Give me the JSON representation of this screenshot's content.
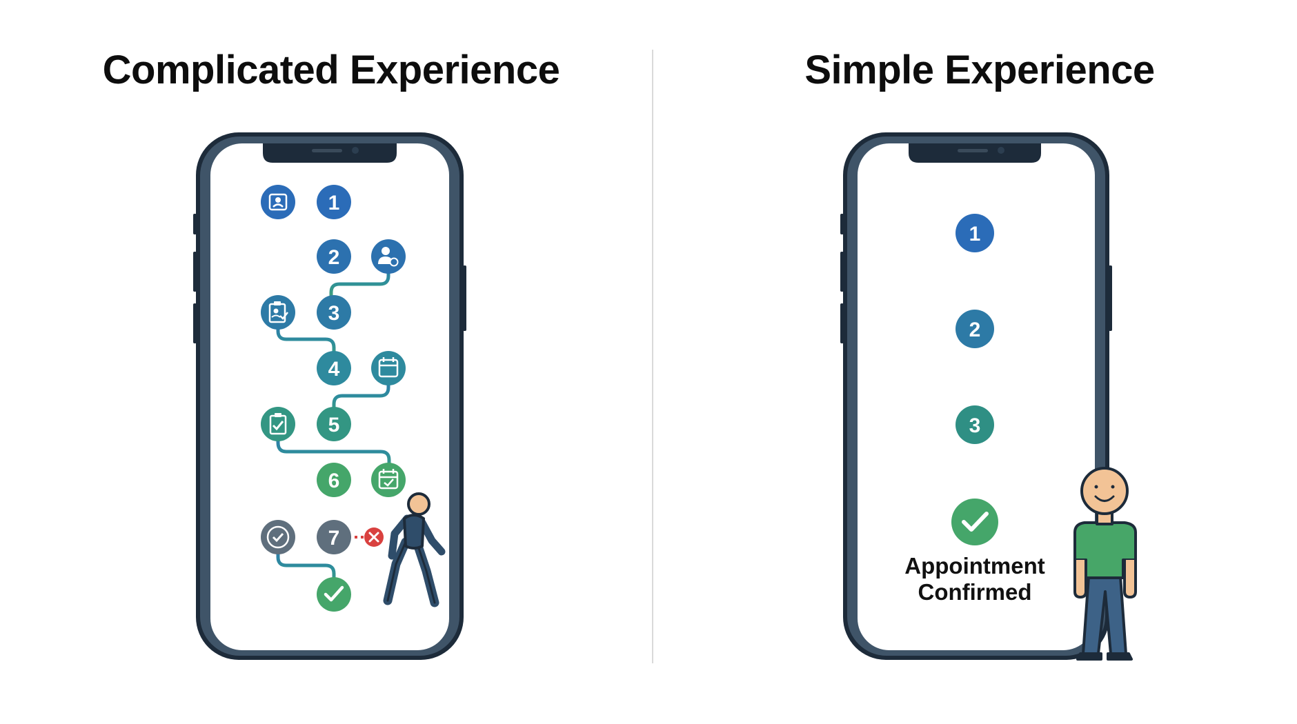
{
  "left_panel": {
    "title": "Complicated Experience",
    "steps": [
      "1",
      "2",
      "3",
      "4",
      "5",
      "6",
      "7"
    ],
    "icons": [
      "id-card-icon",
      "user-info-icon",
      "clipboard-user-icon",
      "calendar-icon",
      "clipboard-check-icon",
      "calendar-check-icon",
      "check-icon",
      "error-x-icon",
      "check-icon"
    ]
  },
  "right_panel": {
    "title": "Simple Experience",
    "steps": [
      "1",
      "2",
      "3"
    ],
    "confirm_line1": "Appointment",
    "confirm_line2": "Confirmed"
  },
  "colors": {
    "step_blue": "#2f6fb5",
    "step_teal": "#2e8a9e",
    "step_green": "#45a66a",
    "step_gray": "#5f6f7d",
    "error_red": "#d9413f",
    "phone_frame": "#1d2b3a"
  }
}
